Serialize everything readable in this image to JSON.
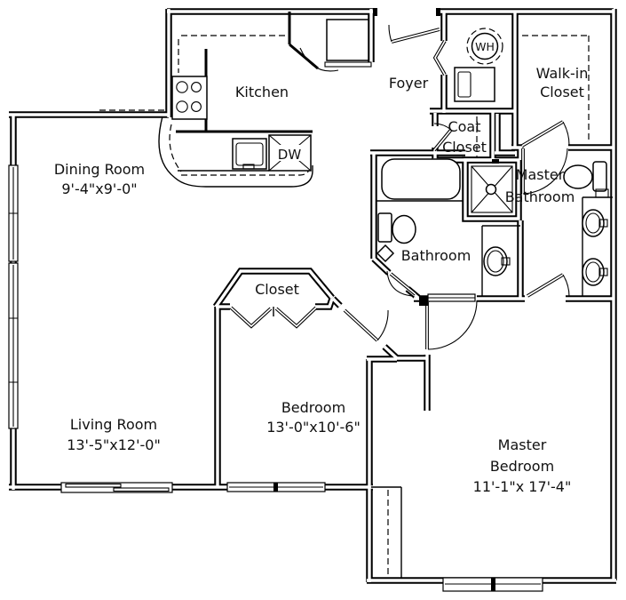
{
  "plan": {
    "rooms": {
      "kitchen": {
        "name": "Kitchen"
      },
      "foyer": {
        "name": "Foyer"
      },
      "walk_in_closet": {
        "line1": "Walk-in",
        "line2": "Closet"
      },
      "coat_closet": {
        "line1": "Coat",
        "line2": "Closet"
      },
      "dining_room": {
        "name": "Dining Room",
        "dims": "9'-4\"x9'-0\""
      },
      "master_bathroom": {
        "line1": "Master",
        "line2": "Bathroom"
      },
      "bathroom": {
        "name": "Bathroom"
      },
      "bedroom_closet": {
        "name": "Closet"
      },
      "living_room": {
        "name": "Living Room",
        "dims": "13'-5\"x12'-0\""
      },
      "bedroom": {
        "name": "Bedroom",
        "dims": "13'-0\"x10'-6\""
      },
      "master_bedroom": {
        "line1": "Master",
        "line2": "Bedroom",
        "dims": "11'-1\"x 17'-4\""
      }
    },
    "appliances": {
      "dishwasher": "DW",
      "water_heater": "WH"
    },
    "colors": {
      "line": "#000000",
      "background": "#ffffff",
      "text": "#111111"
    }
  }
}
